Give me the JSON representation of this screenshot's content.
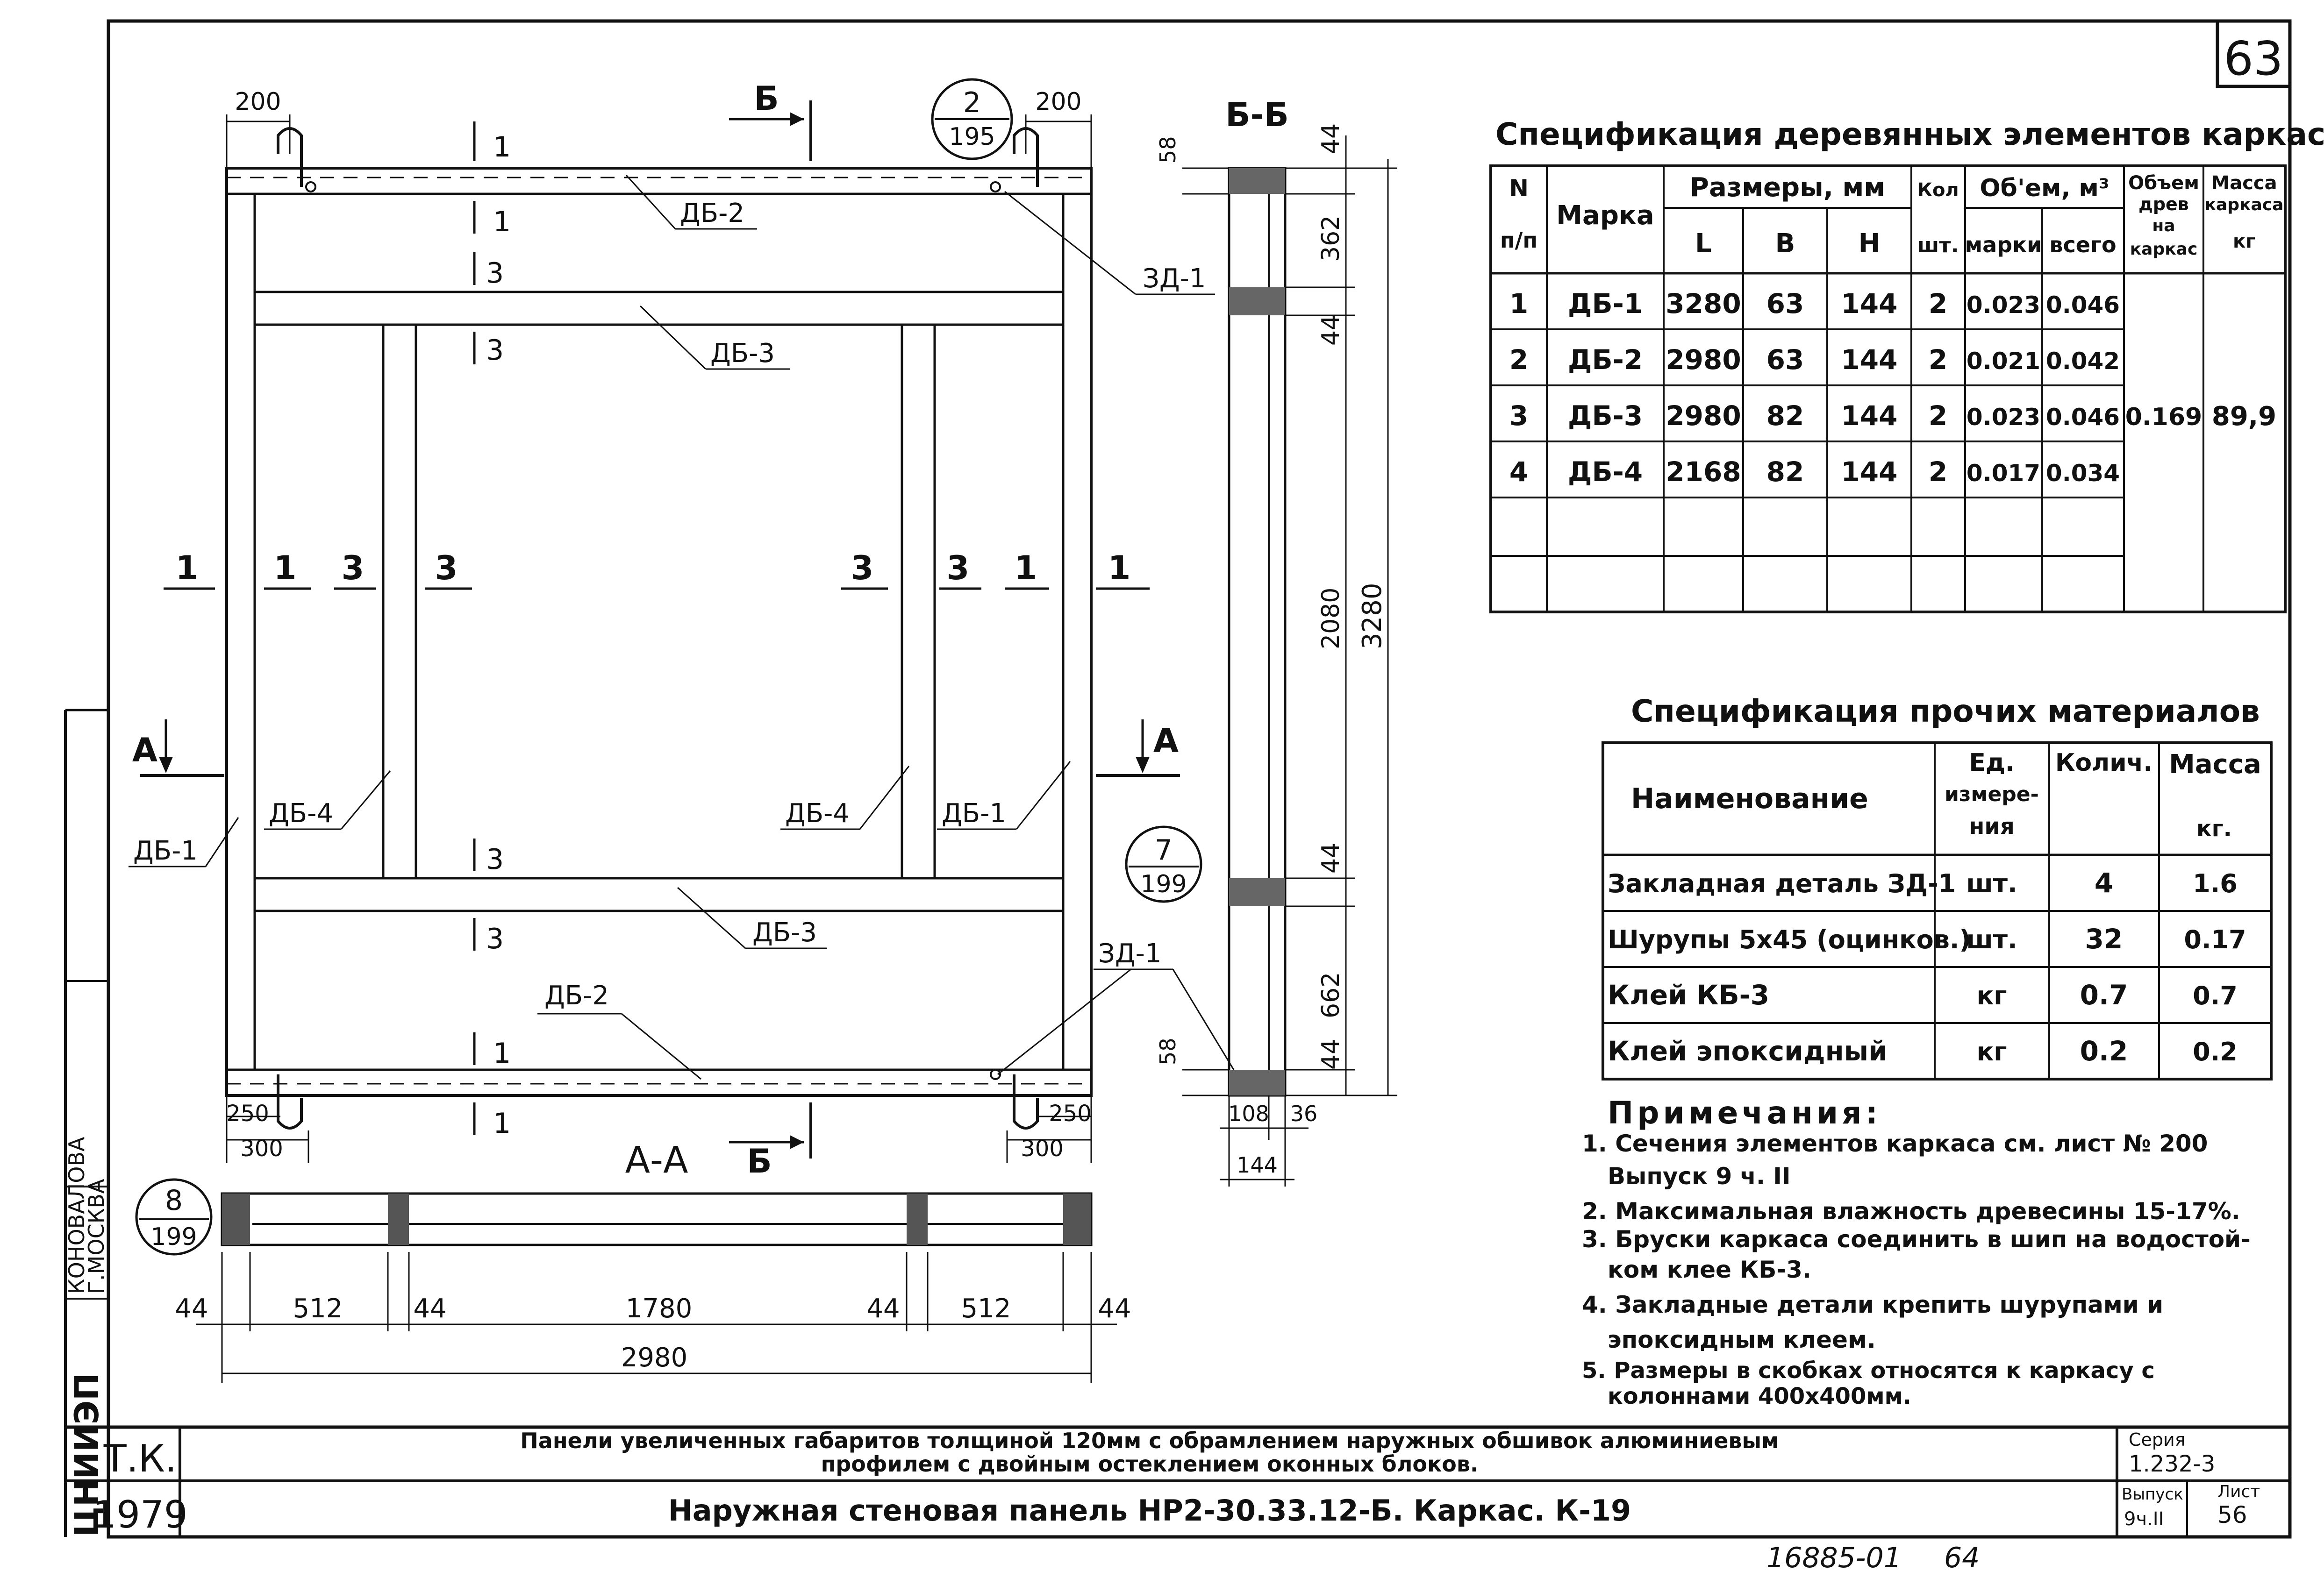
{
  "sheet_number": "63",
  "footer_handwritten": [
    "16885-01",
    "64"
  ],
  "left_strip": {
    "title_prefix": "ЦНИИЭП",
    "labels": [
      "КОНОВАЛОВА",
      "Г.МОСКВА"
    ]
  },
  "frame_drawing": {
    "dims_top": [
      "200",
      "200"
    ],
    "callout_2_195": {
      "top": "2",
      "bottom": "195"
    },
    "callout_7_199": {
      "top": "7",
      "bottom": "199"
    },
    "callout_8_199": {
      "top": "8",
      "bottom": "199"
    },
    "section_cut": "Б",
    "section_A": "А",
    "section_A_title": "А-А",
    "element_labels": [
      "ДБ-2",
      "ДБ-3",
      "ДБ-3",
      "ДБ-2",
      "ДБ-4",
      "ДБ-4",
      "ДБ-1",
      "ДБ-1",
      "ЗД-1",
      "ЗД-1"
    ],
    "section_marks_1": "1",
    "section_marks_3": "3",
    "bottom_dims_left": [
      "250",
      "300"
    ],
    "bottom_dims_right": [
      "250",
      "300"
    ],
    "aa_dims": [
      "44",
      "512",
      "44",
      "1780",
      "44",
      "512",
      "44"
    ],
    "aa_total": "2980"
  },
  "section_bb": {
    "title": "Б-Б",
    "dims_vertical": [
      "44",
      "362",
      "44",
      "2080",
      "44",
      "662",
      "44"
    ],
    "dim_total": "3280",
    "dims_58": [
      "58",
      "58"
    ],
    "dims_bottom": [
      "108",
      "36",
      "144"
    ]
  },
  "wood_spec": {
    "title": "Спецификация деревянных элементов каркаса",
    "headers": {
      "no": "N п/п",
      "mark": "Марка",
      "sizes": "Размеры, мм",
      "L": "L",
      "B": "B",
      "H": "H",
      "qty": "Кол шт.",
      "volume": "Об'ем, м³",
      "vol_mark": "марки",
      "vol_all": "всего",
      "vol_frame": "Объем древ на каркас",
      "mass": "Масса каркаса кг"
    },
    "rows": [
      {
        "no": "1",
        "mark": "ДБ-1",
        "L": "3280",
        "B": "63",
        "H": "144",
        "qty": "2",
        "vm": "0.023",
        "va": "0.046"
      },
      {
        "no": "2",
        "mark": "ДБ-2",
        "L": "2980",
        "B": "63",
        "H": "144",
        "qty": "2",
        "vm": "0.021",
        "va": "0.042"
      },
      {
        "no": "3",
        "mark": "ДБ-3",
        "L": "2980",
        "B": "82",
        "H": "144",
        "qty": "2",
        "vm": "0.023",
        "va": "0.046"
      },
      {
        "no": "4",
        "mark": "ДБ-4",
        "L": "2168",
        "B": "82",
        "H": "144",
        "qty": "2",
        "vm": "0.017",
        "va": "0.034"
      }
    ],
    "volume_frame": "0.169",
    "mass_frame": "89,9"
  },
  "other_spec": {
    "title": "Спецификация прочих материалов",
    "headers": {
      "name": "Наименование",
      "unit": "Ед. измере-ния",
      "qty": "Колич.",
      "mass": "Масса",
      "mass_unit": "кг."
    },
    "rows": [
      {
        "name": "Закладная деталь ЗД-1",
        "unit": "шт.",
        "qty": "4",
        "mass": "1.6"
      },
      {
        "name": "Шурупы 5х45 (оцинков.)",
        "unit": "шт.",
        "qty": "32",
        "mass": "0.17"
      },
      {
        "name": "Клей КБ-3",
        "unit": "кг",
        "qty": "0.7",
        "mass": "0.7"
      },
      {
        "name": "Клей эпоксидный",
        "unit": "кг",
        "qty": "0.2",
        "mass": "0.2"
      }
    ]
  },
  "notes": {
    "title": "Примечания:",
    "items": [
      "1. Сечения элементов каркаса см. лист № 200",
      "Выпуск 9 ч. II",
      "2. Максимальная влажность древесины 15-17%.",
      "3. Бруски каркаса соединить в шип на водостой-",
      "ком клее КБ-3.",
      "4. Закладные детали крепить шурупами и",
      "эпоксидным клеем.",
      "5. Размеры в скобках относятся к каркасу с",
      "колоннами 400х400мм."
    ]
  },
  "title_block": {
    "org": "Т.К.",
    "year": "1979",
    "line1": "Панели увеличенных габаритов толщиной 120мм с обрамлением наружных обшивок алюминиевым",
    "line2": "профилем с двойным остеклением оконных блоков.",
    "line3": "Наружная стеновая панель НР2-30.33.12-Б. Каркас. К-19",
    "series_label": "Серия",
    "series": "1.232-3",
    "issue_label": "Выпуск",
    "issue": "9ч.II",
    "sheet_label": "Лист",
    "sheet": "56"
  }
}
